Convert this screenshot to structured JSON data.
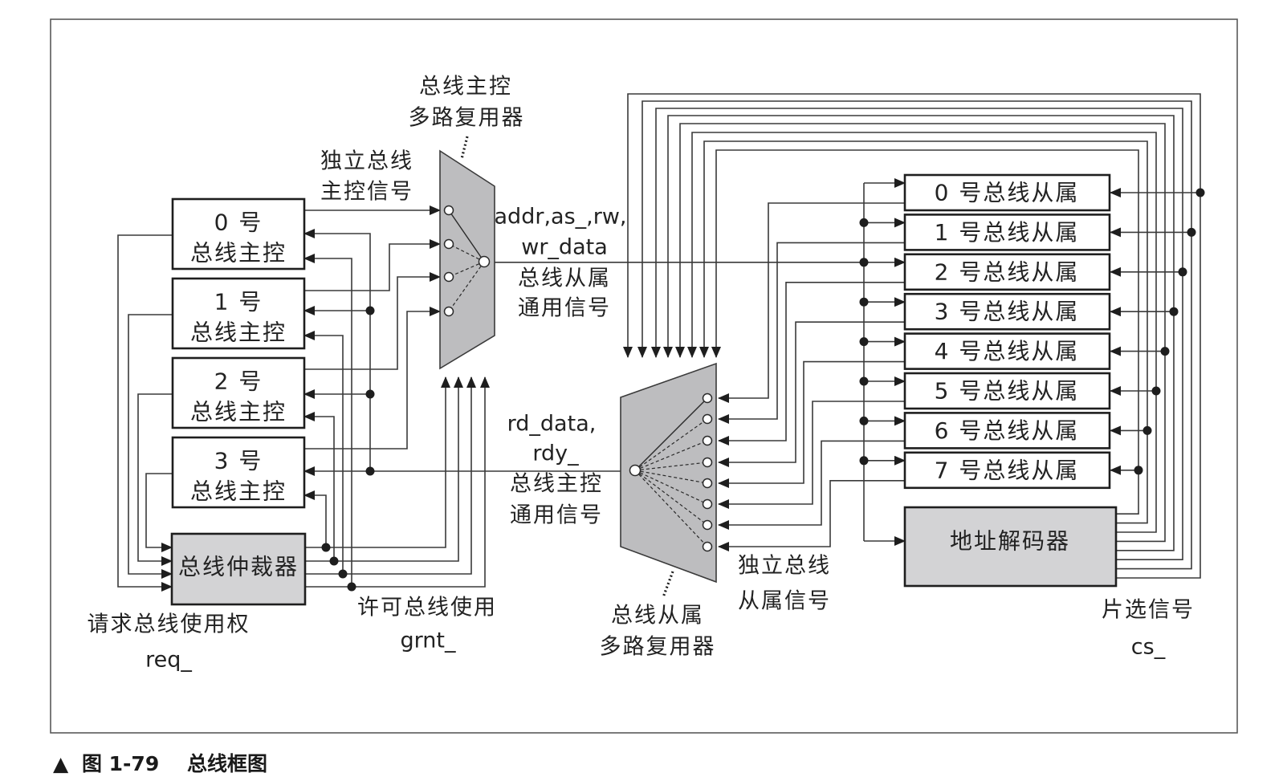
{
  "caption": {
    "marker": "▲",
    "figure": "图 1-79",
    "title": "总线框图"
  },
  "colors": {
    "mux_fill": "#bdbdbf",
    "block_fill": "#d3d3d5",
    "line": "#3a3a3a"
  },
  "masters": [
    {
      "number": "0 号",
      "label": "总线主控"
    },
    {
      "number": "1 号",
      "label": "总线主控"
    },
    {
      "number": "2 号",
      "label": "总线主控"
    },
    {
      "number": "3 号",
      "label": "总线主控"
    }
  ],
  "arbiter": {
    "label": "总线仲裁器"
  },
  "master_mux": {
    "label_lines": [
      "总线主控",
      "多路复用器"
    ]
  },
  "slave_mux": {
    "label_lines": [
      "总线从属",
      "多路复用器"
    ]
  },
  "slaves": [
    {
      "label": "0 号总线从属"
    },
    {
      "label": "1 号总线从属"
    },
    {
      "label": "2 号总线从属"
    },
    {
      "label": "3 号总线从属"
    },
    {
      "label": "4 号总线从属"
    },
    {
      "label": "5 号总线从属"
    },
    {
      "label": "6 号总线从属"
    },
    {
      "label": "7 号总线从属"
    }
  ],
  "decoder": {
    "label": "地址解码器"
  },
  "annotations": {
    "master_independent": [
      "独立总线",
      "主控信号"
    ],
    "slave_common": [
      "addr,as_,rw,",
      "wr_data",
      "总线从属",
      "通用信号"
    ],
    "master_common": [
      "rd_data,",
      "rdy_",
      "总线主控",
      "通用信号"
    ],
    "slave_independent": [
      "独立总线",
      "从属信号"
    ],
    "request": [
      "请求总线使用权",
      "req_"
    ],
    "grant": [
      "许可总线使用",
      "grnt_"
    ],
    "chip_select": [
      "片选信号",
      "cs_"
    ]
  }
}
